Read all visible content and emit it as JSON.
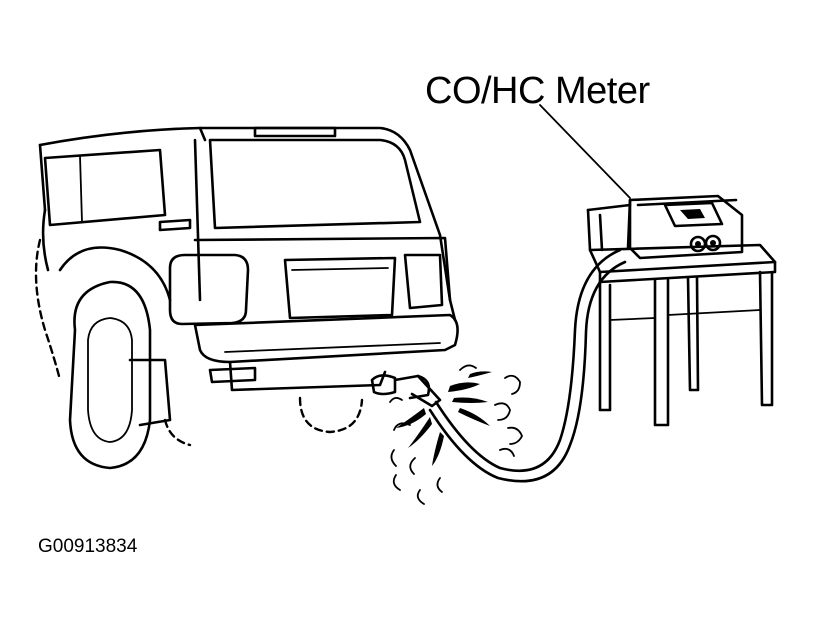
{
  "figure": {
    "meter_label": "CO/HC Meter",
    "figure_code": "G00913834",
    "icons": [
      "suv-rear-view",
      "exhaust-probe",
      "sample-hose",
      "co-hc-meter",
      "meter-stand",
      "exhaust-gas-puffs"
    ]
  }
}
